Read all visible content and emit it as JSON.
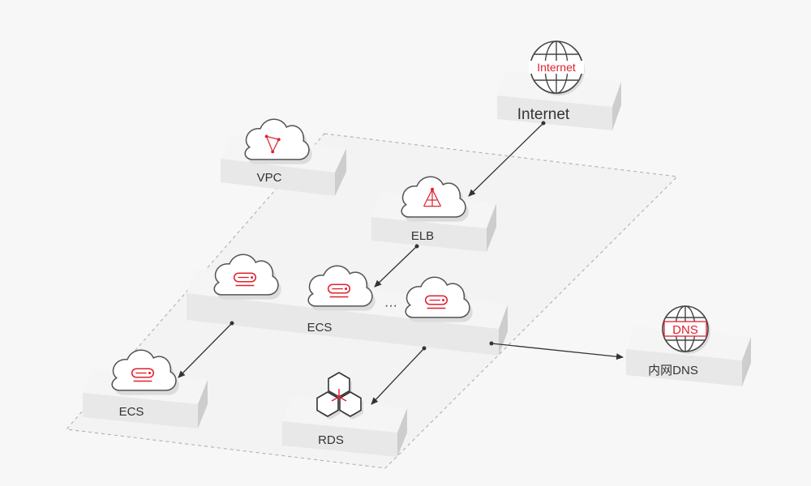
{
  "nodes": {
    "internet": {
      "label": "Internet",
      "icon": "globe-icon",
      "icon_text": "Internet"
    },
    "vpc": {
      "label": "VPC",
      "icon": "vpc-cloud-icon"
    },
    "elb": {
      "label": "ELB",
      "icon": "elb-cloud-icon"
    },
    "ecs_group": {
      "label": "ECS",
      "icon": "server-cloud-icon",
      "ellipsis": "···"
    },
    "ecs": {
      "label": "ECS",
      "icon": "server-cloud-icon"
    },
    "rds": {
      "label": "RDS",
      "icon": "database-hex-icon"
    },
    "dns": {
      "label": "内网DNS",
      "icon": "dns-globe-icon",
      "icon_text": "DNS"
    }
  },
  "edges": [
    {
      "from": "internet",
      "to": "elb"
    },
    {
      "from": "elb",
      "to": "ecs_group"
    },
    {
      "from": "ecs_group",
      "to": "ecs"
    },
    {
      "from": "ecs_group",
      "to": "rds"
    },
    {
      "from": "ecs_group",
      "to": "dns"
    }
  ],
  "colors": {
    "accent": "#e0202f",
    "box_top": "#f4f4f4",
    "box_front": "#e6e6e6",
    "box_side": "#cfcfcf",
    "line": "#333333"
  }
}
